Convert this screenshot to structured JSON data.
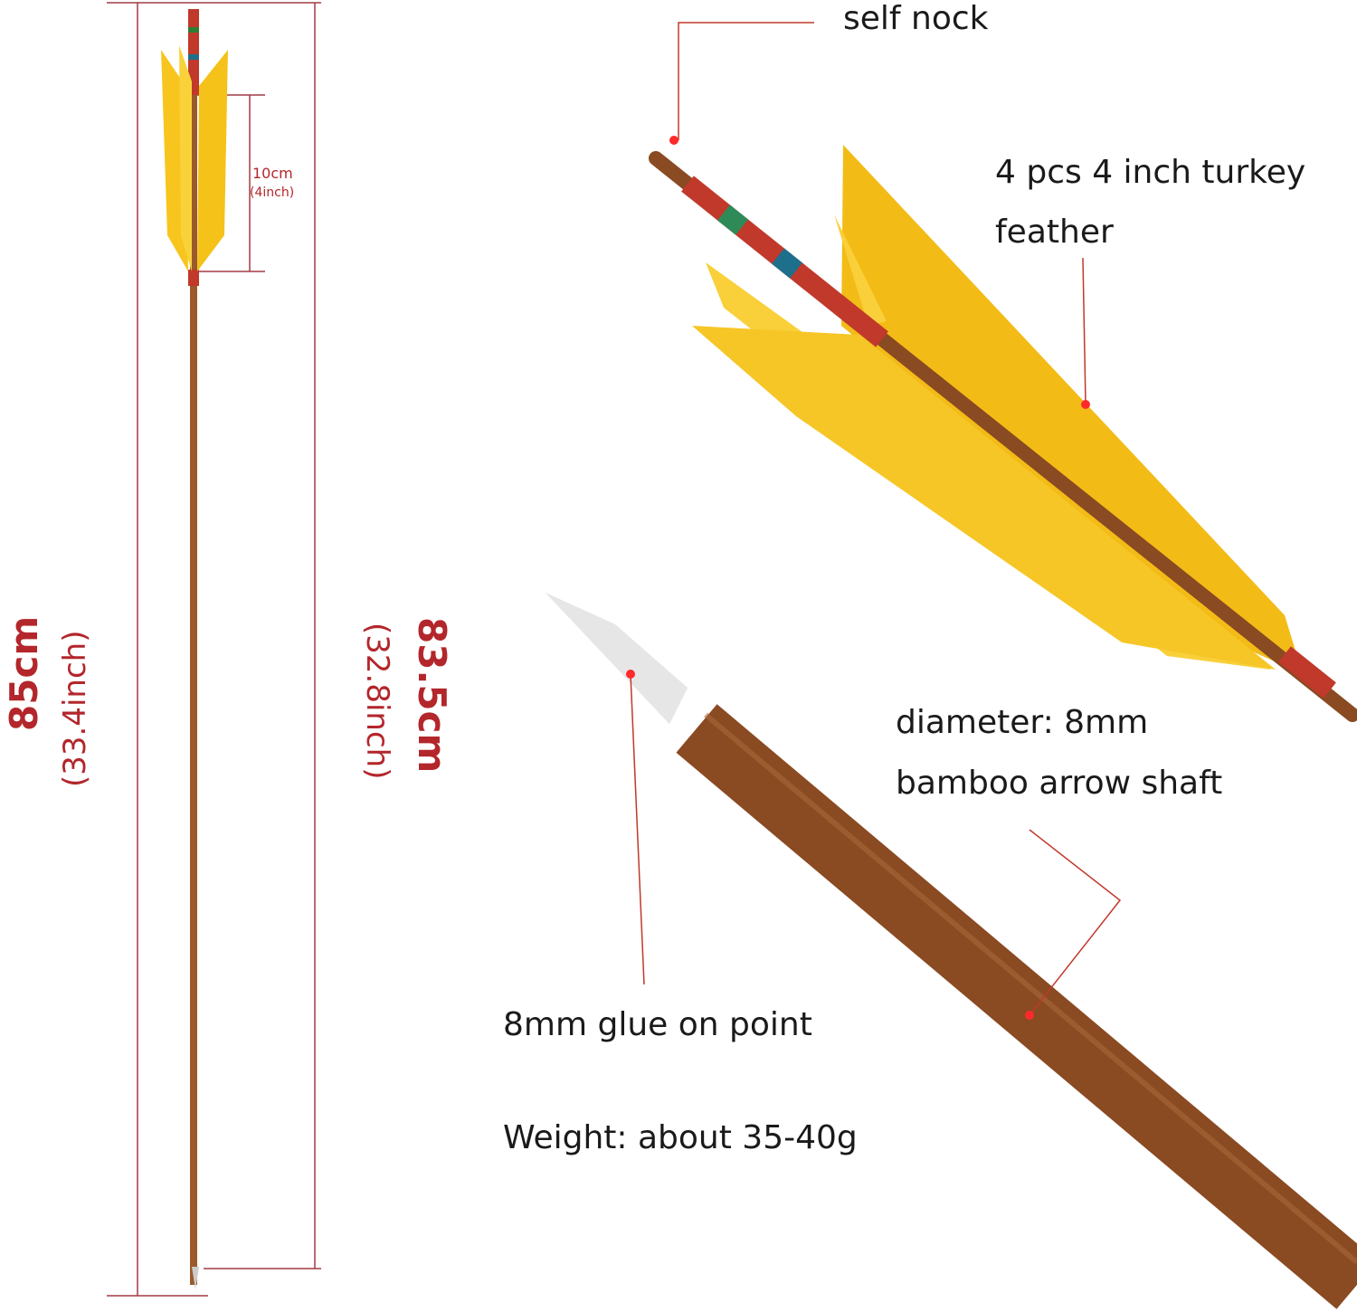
{
  "dimensions": {
    "total_length_cm": "85cm",
    "total_length_inch": "(33.4inch)",
    "shaft_length_cm": "83.5cm",
    "shaft_length_inch": "(32.8inch)",
    "feather_length_cm": "10cm",
    "feather_length_inch": "(4inch)"
  },
  "callouts": {
    "nock": "self nock",
    "feather_line1": "4 pcs 4 inch turkey",
    "feather_line2": "feather",
    "diameter": "diameter: 8mm",
    "shaft": "bamboo arrow shaft",
    "point": "8mm glue on point",
    "weight": "Weight:  about 35-40g"
  },
  "colors": {
    "accent": "#b3262b",
    "feather": "#f7c51e",
    "shaft": "#8a4a22"
  }
}
